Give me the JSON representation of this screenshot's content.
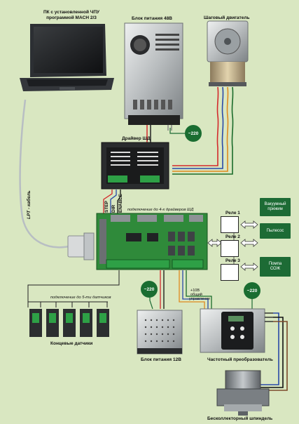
{
  "labels": {
    "pc": "ПК с установленной ЧПУ\nпрограммой MACH 2/3",
    "psu48": "Блок питания 48В",
    "stepper": "Шаговый двигатель",
    "driver": "Драйвер ШД",
    "lpt": "LPT - кабель",
    "step": "STEP",
    "dir": "DIR",
    "enable": "ENABLE",
    "drivers_note": "подключение до 4-х драйверов ШД",
    "relay1": "Реле 1",
    "relay2": "Реле 2",
    "relay3": "Реле 3",
    "sensors_note": "подключение до 5-ти датчиков",
    "limit_sensors": "Концевые датчики",
    "v10_line1": "+10В",
    "v10_line2": "общий",
    "v10_line3": "управление",
    "psu12": "Блок питания 12В",
    "vfd": "Частотный преобразователь",
    "spindle": "Бесколлекторный шпиндель"
  },
  "green_boxes": {
    "vacuum": "Вакуумный\nприжим",
    "vacuum_cleaner": "Пылесос",
    "pump": "Помпа\nСОЖ"
  },
  "badges": {
    "psu48_ac": "~220",
    "psu12_ac": "~220",
    "vfd_ac": "~220"
  },
  "colors": {
    "background": "#d9e7c1",
    "accent_green": "#1d6b35",
    "board_green": "#2f8a3a",
    "wire_red": "#d3282b",
    "wire_blue": "#2848a8",
    "wire_orange": "#e08a1e",
    "wire_dark_green": "#1a6b2a"
  }
}
